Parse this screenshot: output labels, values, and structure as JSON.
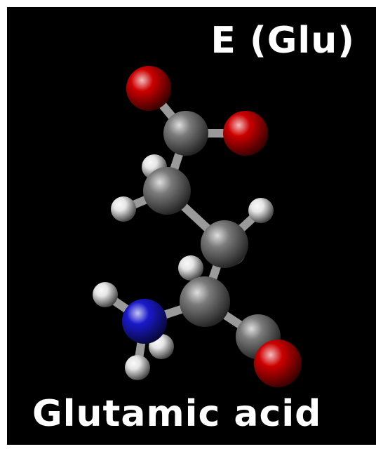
{
  "labels": {
    "code": "E (Glu)",
    "name": "Glutamic acid"
  },
  "colors": {
    "background": "#000000",
    "text": "#ffffff",
    "carbon": "#7a7a7a",
    "oxygen": "#cc0000",
    "nitrogen": "#1a1acc",
    "hydrogen": "#e6e6e6",
    "bond": "#9a9a9a"
  },
  "atoms": [
    {
      "id": "O1",
      "element": "oxygen"
    },
    {
      "id": "O2",
      "element": "oxygen"
    },
    {
      "id": "C1",
      "element": "carbon"
    },
    {
      "id": "C2",
      "element": "carbon"
    },
    {
      "id": "C3",
      "element": "carbon"
    },
    {
      "id": "C4",
      "element": "carbon"
    },
    {
      "id": "C5",
      "element": "carbon"
    },
    {
      "id": "O3",
      "element": "oxygen"
    },
    {
      "id": "N1",
      "element": "nitrogen"
    },
    {
      "id": "H1",
      "element": "hydrogen"
    },
    {
      "id": "H2",
      "element": "hydrogen"
    },
    {
      "id": "H3",
      "element": "hydrogen"
    },
    {
      "id": "H4",
      "element": "hydrogen"
    },
    {
      "id": "H5",
      "element": "hydrogen"
    },
    {
      "id": "H6",
      "element": "hydrogen"
    },
    {
      "id": "H7",
      "element": "hydrogen"
    },
    {
      "id": "H8",
      "element": "hydrogen"
    },
    {
      "id": "H9",
      "element": "hydrogen"
    }
  ],
  "bonds": [
    [
      "O1",
      "C1"
    ],
    [
      "C1",
      "O2"
    ],
    [
      "C1",
      "C2"
    ],
    [
      "C2",
      "C3"
    ],
    [
      "C3",
      "C4"
    ],
    [
      "C4",
      "C5"
    ],
    [
      "C5",
      "O3"
    ],
    [
      "C4",
      "N1"
    ],
    [
      "C2",
      "H1"
    ],
    [
      "C2",
      "H2"
    ],
    [
      "C3",
      "H3"
    ],
    [
      "C3",
      "H4"
    ],
    [
      "C4",
      "H5"
    ],
    [
      "N1",
      "H6"
    ],
    [
      "N1",
      "H7"
    ],
    [
      "N1",
      "H8"
    ],
    [
      "O2",
      "H9"
    ]
  ]
}
